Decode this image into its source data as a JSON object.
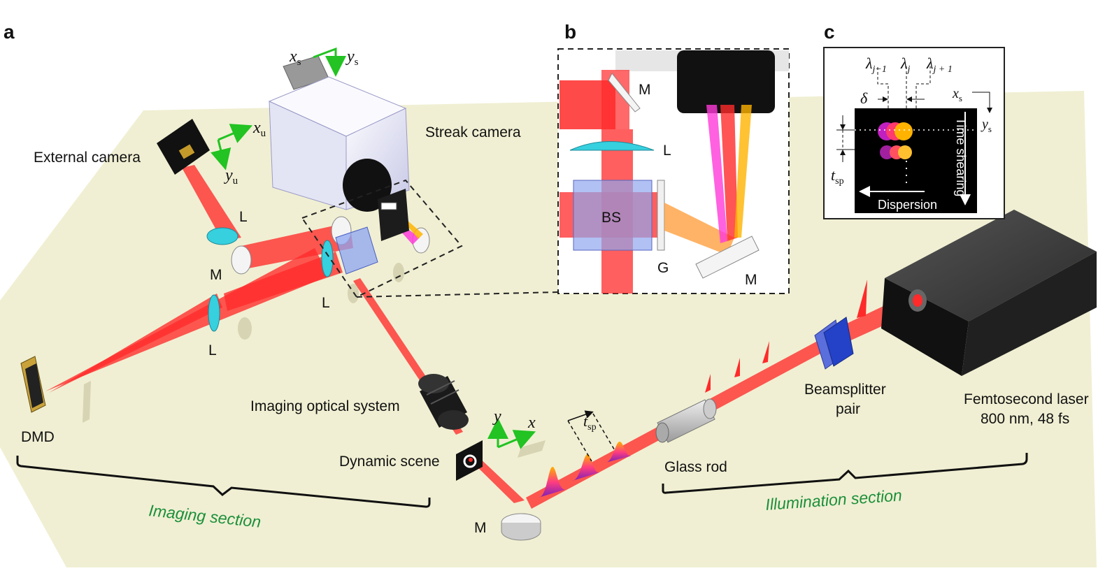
{
  "panels": {
    "a": "a",
    "b": "b",
    "c": "c"
  },
  "labels": {
    "streak_camera": "Streak camera",
    "external_camera": "External camera",
    "dmd": "DMD",
    "imaging_optical_system": "Imaging optical system",
    "dynamic_scene": "Dynamic scene",
    "glass_rod": "Glass rod",
    "beamsplitter_line1": "Beamsplitter",
    "beamsplitter_line2": "pair",
    "laser_line1": "Femtosecond laser",
    "laser_line2": "800 nm, 48 fs",
    "imaging_section": "Imaging section",
    "illumination_section": "Illumination section",
    "lens": "L",
    "mirror": "M",
    "bs": "BS",
    "grating": "G",
    "time_shearing": "Time shearing",
    "dispersion": "Dispersion"
  },
  "axes": {
    "streak": {
      "x": "x",
      "x_sub": "s",
      "y": "y",
      "y_sub": "s"
    },
    "external": {
      "x": "x",
      "x_sub": "u",
      "y": "y",
      "y_sub": "u"
    },
    "scene": {
      "x": "x",
      "y": "y"
    }
  },
  "symbols": {
    "tsp": "t",
    "tsp_sub": "sp",
    "delta": "δ",
    "lambda": "λ",
    "lambda_prev_sub": "j−1",
    "lambda_j_sub": "j",
    "lambda_next_sub": "j + 1"
  },
  "colors": {
    "table": "#f0efd3",
    "beam": "#ff2a2a",
    "section_text": "#1b8f3a",
    "axis_arrow": "#22c322",
    "lens": "#36d0df"
  }
}
